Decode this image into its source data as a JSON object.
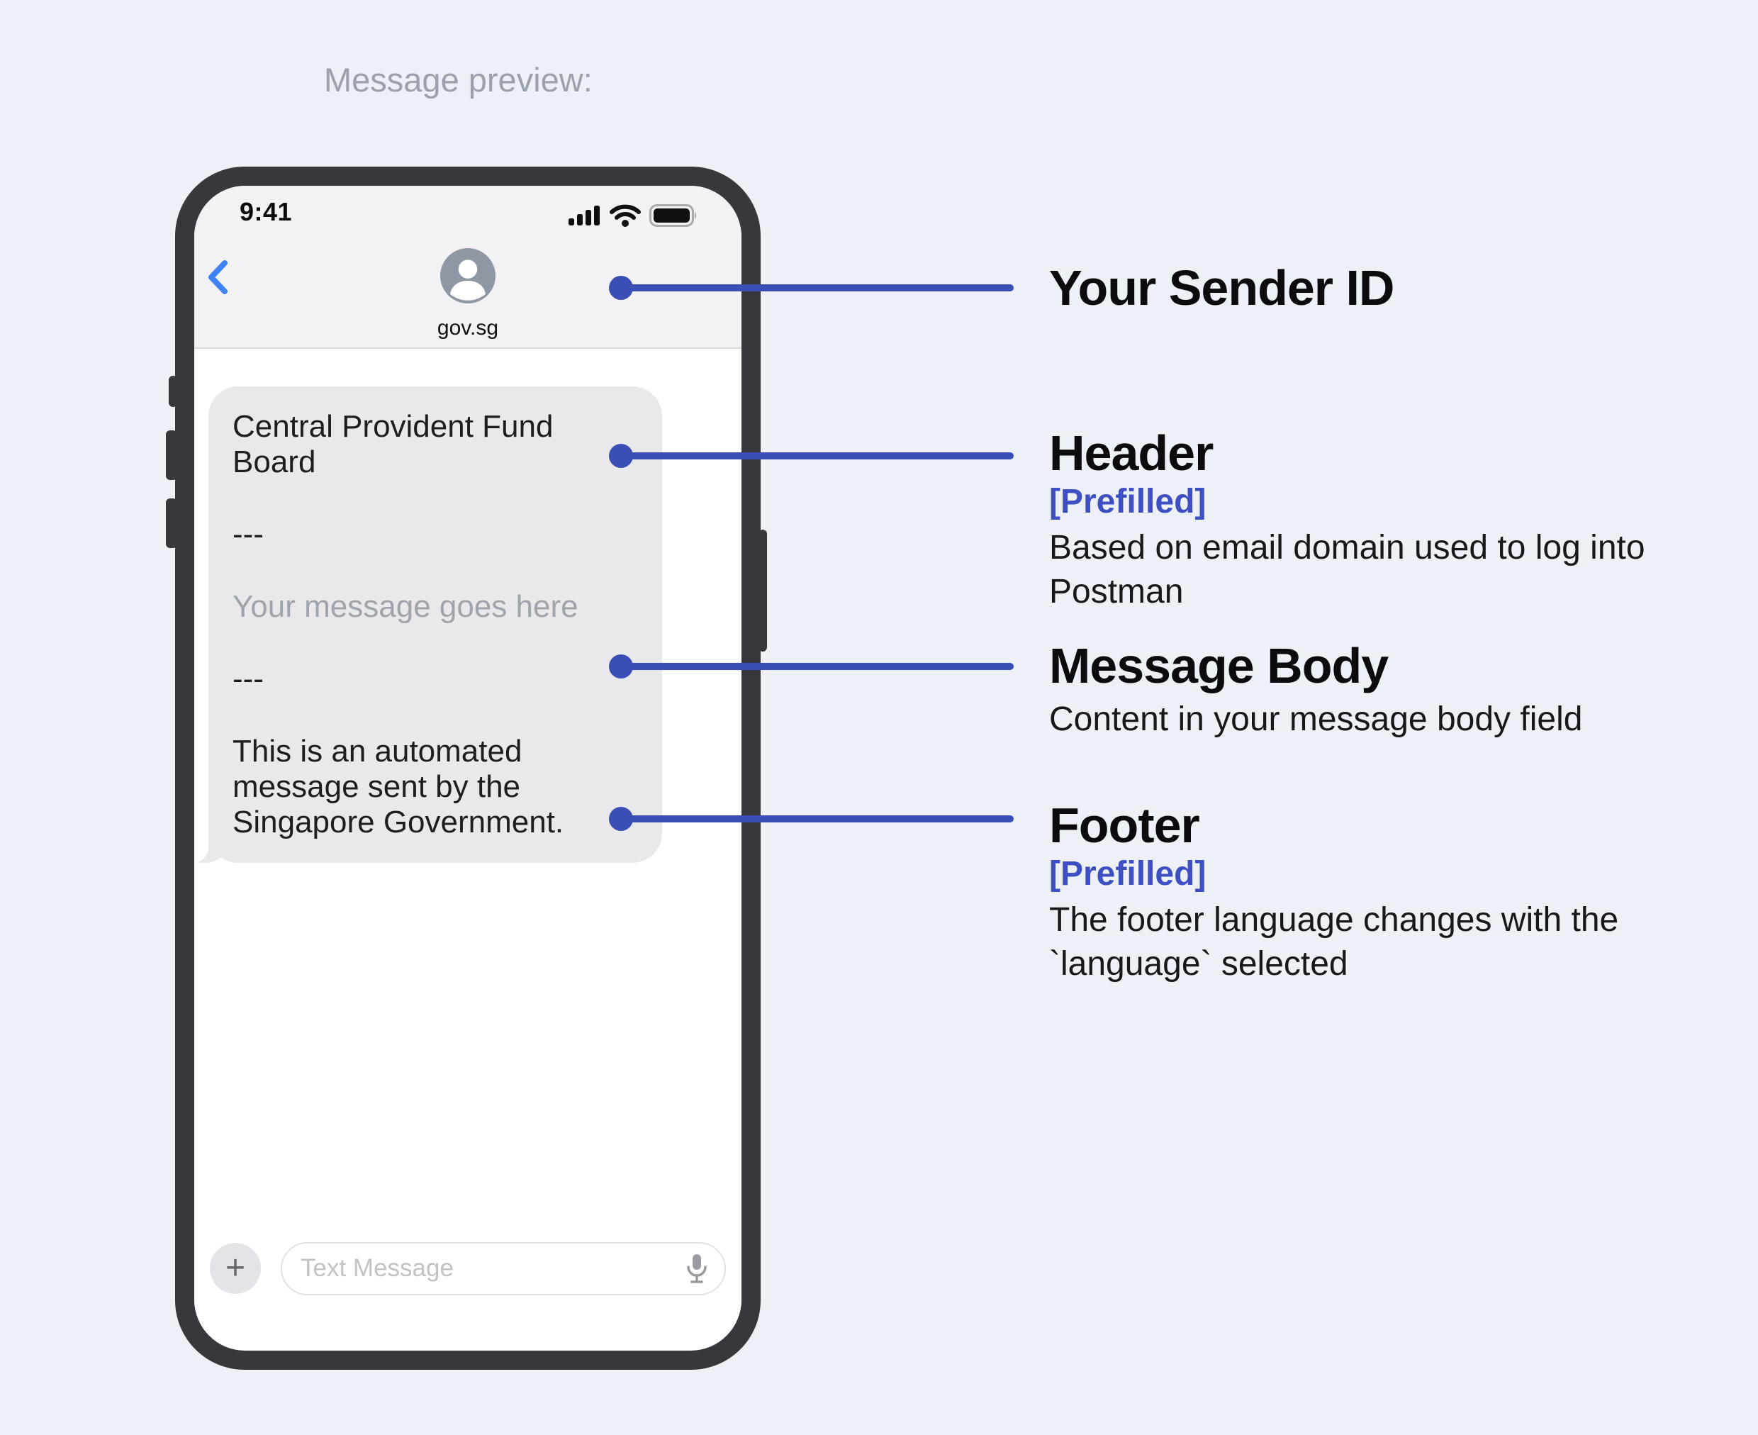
{
  "title": "Message preview:",
  "phone": {
    "status_bar": {
      "time": "9:41",
      "signal_icon": "cellular-signal",
      "wifi_icon": "wifi",
      "battery_icon": "battery-full"
    },
    "nav": {
      "back_icon": "chevron-left",
      "avatar_icon": "person-avatar",
      "contact_name": "gov.sg"
    },
    "message_bubble": {
      "header": "Central Provident Fund Board",
      "divider": "---",
      "body_placeholder": "Your message goes here",
      "footer": "This is an automated message sent by the Singapore Government."
    },
    "composer": {
      "plus_label": "+",
      "placeholder": "Text Message",
      "mic_icon": "microphone"
    }
  },
  "annotations": [
    {
      "title": "Your Sender ID"
    },
    {
      "title": "Header",
      "prefilled": "[Prefilled]",
      "description": "Based on email domain used to log into Postman"
    },
    {
      "title": "Message Body",
      "description": "Content in your message body field"
    },
    {
      "title": "Footer",
      "prefilled": "[Prefilled]",
      "description": "The footer language changes with the `language` selected"
    }
  ],
  "colors": {
    "page_bg": "#edf0f6",
    "accent_line": "#3a4eb5",
    "prefilled_text": "#3d4fc3",
    "bubble_bg": "#e9e9eb",
    "phone_frame": "#37383e",
    "ios_blue": "#3e82f6"
  }
}
